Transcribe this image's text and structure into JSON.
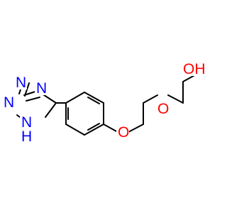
{
  "molecule": {
    "labels": {
      "hydroxyl": "OH",
      "ether_oxygen_upper": "O",
      "ether_oxygen_lower": "O",
      "tetrazole_n1": "N",
      "tetrazole_n2": "N",
      "tetrazole_n3": "N",
      "tetrazole_nh": "N",
      "tetrazole_h": "H"
    },
    "colors": {
      "nitrogen": "#0000ff",
      "oxygen": "#ff0000",
      "hydrogen": "#0000ff",
      "bond": "#000000"
    }
  }
}
